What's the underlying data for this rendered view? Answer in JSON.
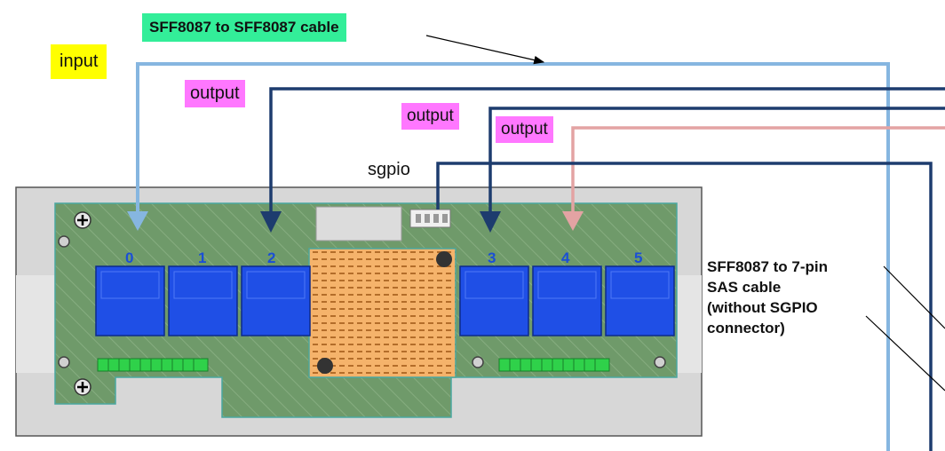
{
  "labels": {
    "top_cable": "SFF8087 to SFF8087 cable",
    "input": "input",
    "output_1": "output",
    "output_2": "output",
    "output_3": "output",
    "sgpio": "sgpio",
    "side_cable_line1": "SFF8087 to 7-pin",
    "side_cable_line2": "SAS cable",
    "side_cable_line3": "(without SGPIO",
    "side_cable_line4": "connector)"
  },
  "ports": [
    "0",
    "1",
    "2",
    "3",
    "4",
    "5"
  ],
  "colors": {
    "board": "#6f9a6a",
    "bracket": "#d9d9d9",
    "port": "#1f4fe6",
    "chip": "#f5b36b",
    "cable_light_blue": "#86b6e0",
    "cable_dark_blue": "#1d3c6e",
    "cable_pink": "#e3a3a3",
    "label_green": "#33ee99",
    "label_yellow": "#ffff00",
    "label_pink": "#ff77ff"
  }
}
